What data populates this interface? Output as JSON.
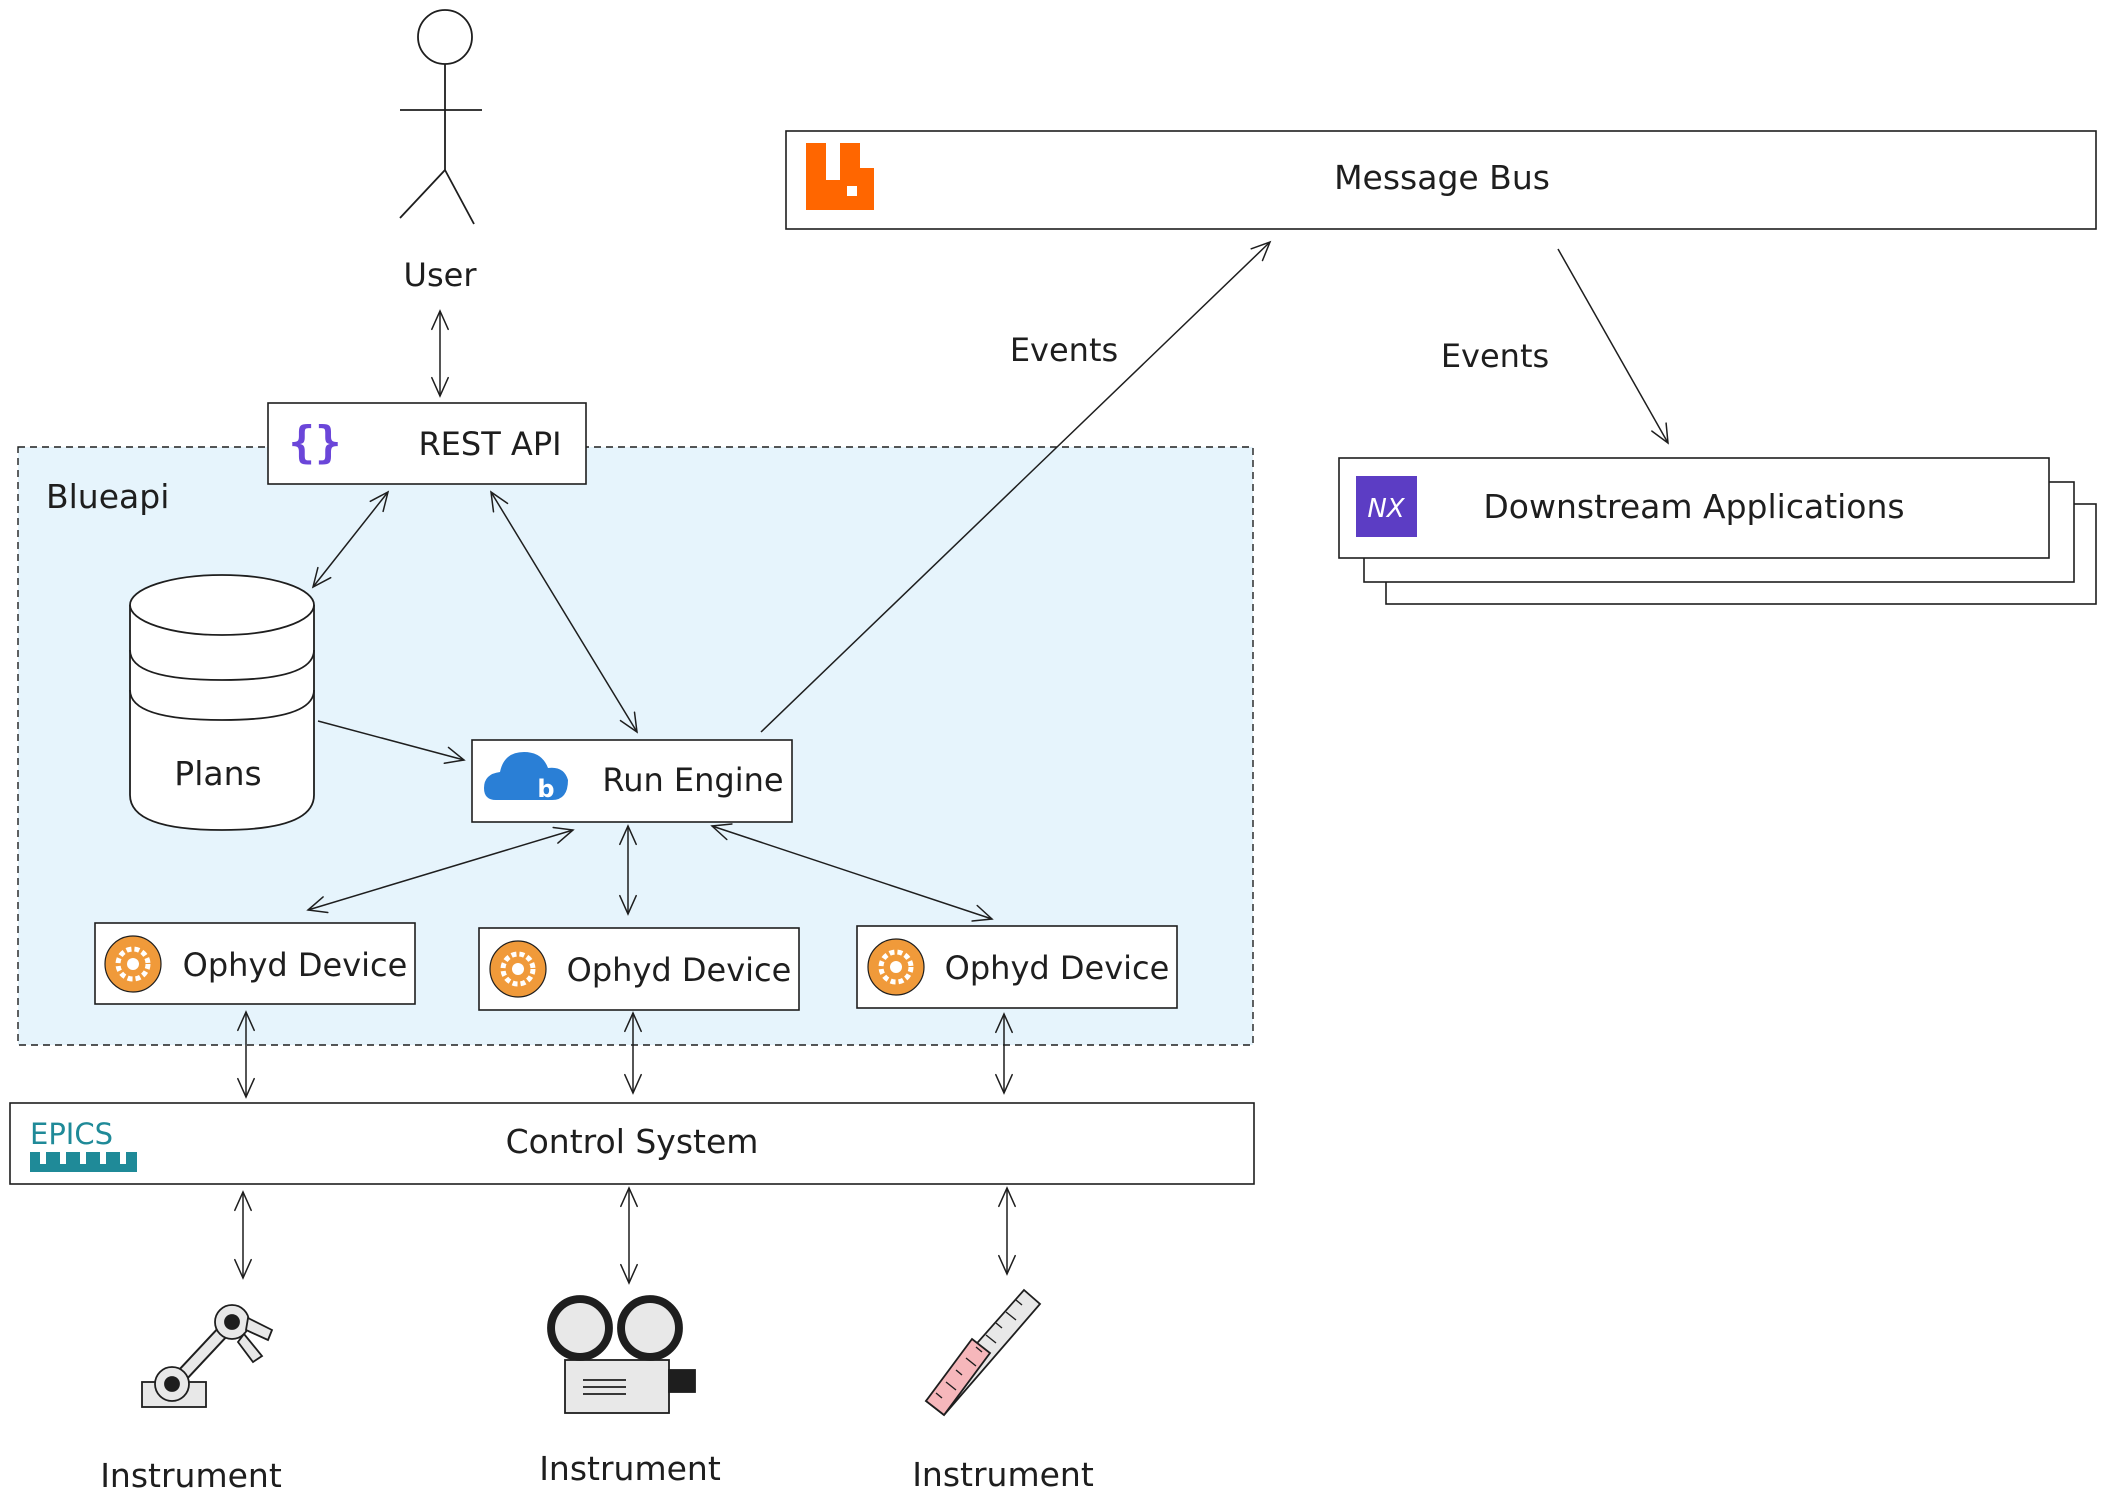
{
  "user": {
    "label": "User"
  },
  "rest_api": {
    "label": "REST API",
    "icon": "curly-braces-icon"
  },
  "blueapi": {
    "label": "Blueapi",
    "fill": "#e6f4fc"
  },
  "plans": {
    "label": "Plans",
    "icon": "database-icon"
  },
  "run_engine": {
    "label": "Run Engine",
    "icon": "bluesky-cloud-icon"
  },
  "ophyd_devices": [
    {
      "label": "Ophyd Device",
      "icon": "ophyd-gear-icon"
    },
    {
      "label": "Ophyd Device",
      "icon": "ophyd-gear-icon"
    },
    {
      "label": "Ophyd Device",
      "icon": "ophyd-gear-icon"
    }
  ],
  "control_system": {
    "label": "Control System",
    "logo_text": "EPICS"
  },
  "instruments": [
    {
      "label": "Instrument",
      "icon": "robot-arm-icon"
    },
    {
      "label": "Instrument",
      "icon": "camera-icon"
    },
    {
      "label": "Instrument",
      "icon": "ruler-icon"
    }
  ],
  "message_bus": {
    "label": "Message Bus",
    "icon": "rabbitmq-icon"
  },
  "downstream": {
    "label": "Downstream Applications",
    "icon_text": "NX"
  },
  "edges": {
    "events_to_bus": "Events",
    "events_from_bus": "Events"
  },
  "colors": {
    "rabbitmq": "#ff6600",
    "nx": "#5c3dc4",
    "bluesky": "#2a7fd6",
    "ophyd": "#f09a3a",
    "epics": "#1f8a98",
    "rest": "#6b46d9"
  }
}
